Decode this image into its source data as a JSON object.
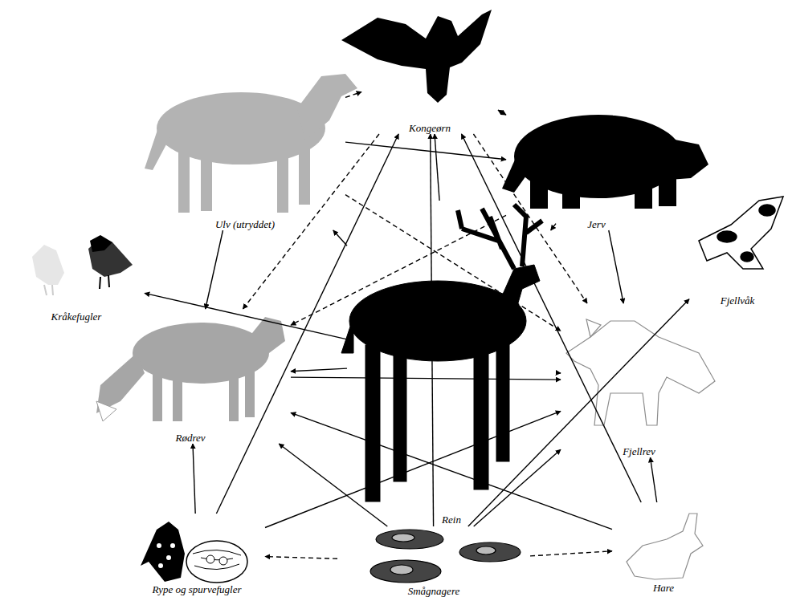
{
  "diagram": {
    "nodes": [
      {
        "text": [
          "Kongeørn"
        ]
      },
      {
        "text": [
          "Ulv (utryddet)"
        ]
      },
      {
        "text": [
          "Jerv"
        ]
      },
      {
        "text": [
          "Kråkefugler"
        ]
      },
      {
        "text": [
          "Fjellvåk"
        ]
      },
      {
        "text": [
          "Rødrev"
        ]
      },
      {
        "text": [
          "Rein"
        ]
      },
      {
        "text": [
          "Fjellrev"
        ]
      },
      {
        "text": [
          "Rype og spurvefugler"
        ]
      },
      {
        "text": [
          "Smågnagere"
        ]
      },
      {
        "text": [
          "Hare"
        ]
      }
    ],
    "edges": [
      {
        "from": 1,
        "to": 0,
        "arrow": "to"
      },
      {
        "from": 0,
        "to": 2,
        "arrow": "both"
      },
      {
        "from": 1,
        "to": 2,
        "arrow": "to"
      },
      {
        "from": 6,
        "to": 0,
        "arrow": "to"
      },
      {
        "from": 9,
        "to": 0,
        "arrow": "to"
      },
      {
        "from": 10,
        "to": 0,
        "arrow": "to"
      },
      {
        "from": 8,
        "to": 0,
        "arrow": "to"
      },
      {
        "from": 0,
        "to": 5,
        "arrow": "to"
      },
      {
        "from": 0,
        "to": 7,
        "arrow": "to"
      },
      {
        "from": 1,
        "to": 5,
        "arrow": "to"
      },
      {
        "from": 2,
        "to": 7,
        "arrow": "to"
      },
      {
        "from": 6,
        "to": 1,
        "arrow": "to"
      },
      {
        "from": 6,
        "to": 2,
        "arrow": "to"
      },
      {
        "from": 5,
        "to": 7,
        "arrow": "to"
      },
      {
        "from": 6,
        "to": 5,
        "arrow": "to"
      },
      {
        "from": 6,
        "to": 7,
        "arrow": "to"
      },
      {
        "from": 8,
        "to": 5,
        "arrow": "to"
      },
      {
        "from": 8,
        "to": 7,
        "arrow": "to"
      },
      {
        "from": 10,
        "to": 5,
        "arrow": "to"
      },
      {
        "from": 10,
        "to": 7,
        "arrow": "to"
      },
      {
        "from": 9,
        "to": 5,
        "arrow": "to"
      },
      {
        "from": 9,
        "to": 7,
        "arrow": "to"
      },
      {
        "from": 9,
        "to": 4,
        "arrow": "to"
      },
      {
        "from": 6,
        "to": 3,
        "arrow": "to"
      },
      {
        "from": 9,
        "to": 8,
        "arrow": "to"
      },
      {
        "from": 9,
        "to": 10,
        "arrow": "to"
      },
      {
        "from": 1,
        "to": 7,
        "arrow": "to"
      },
      {
        "from": 2,
        "to": 5,
        "arrow": "to"
      }
    ]
  }
}
